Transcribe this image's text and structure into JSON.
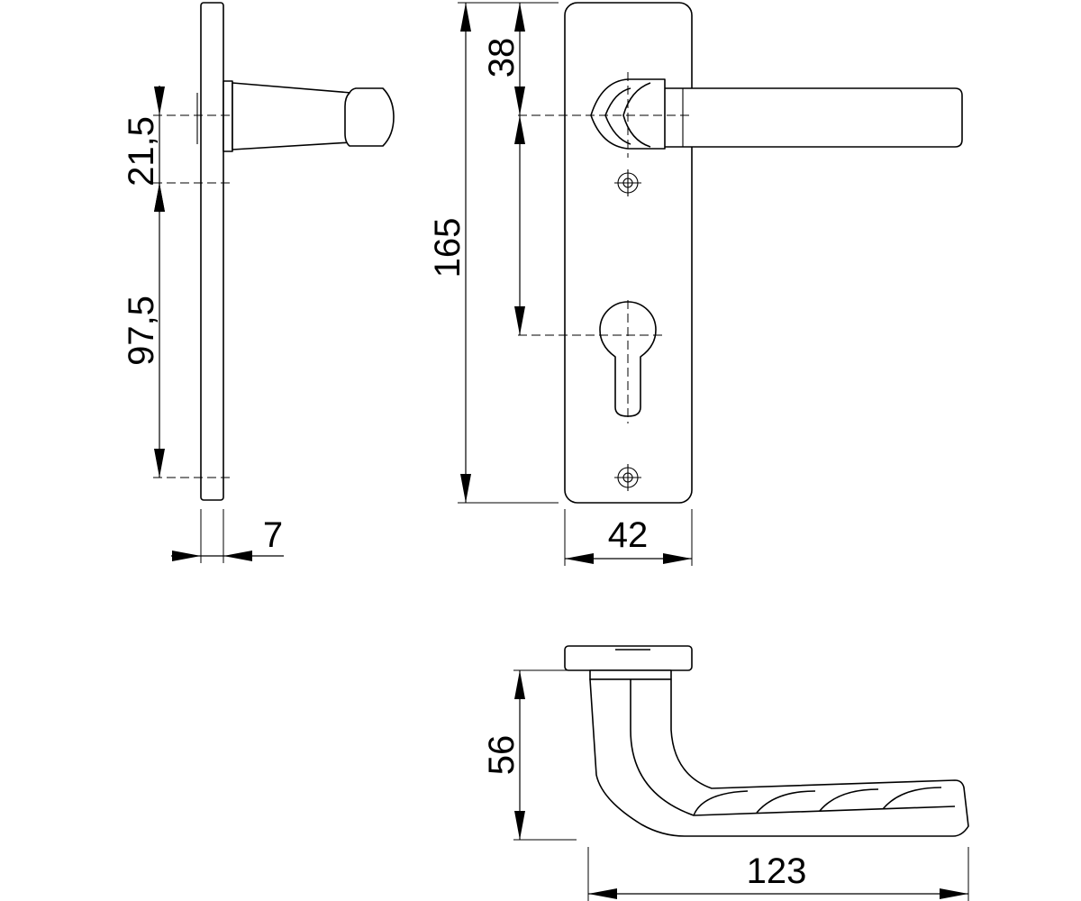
{
  "dimensions": {
    "handle_rose_offset": "21,5",
    "spindle_to_keyhole": "97,5",
    "plate_thickness": "7",
    "plate_height": "165",
    "top_to_spindle": "38",
    "plate_width": "42",
    "handle_projection": "56",
    "handle_length": "123"
  }
}
